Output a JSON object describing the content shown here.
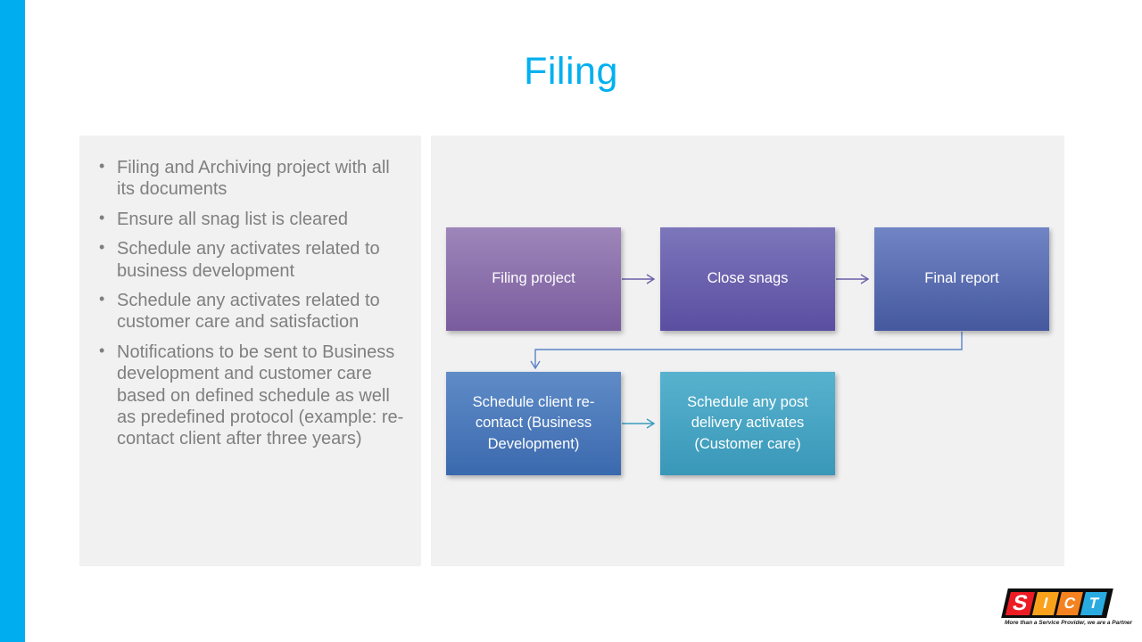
{
  "slide": {
    "title": "Filing"
  },
  "theme": {
    "accent_bar_color": "#00AEEF",
    "title_color": "#00B0F0",
    "panel_bg": "#F1F1F2",
    "bullet_text_color": "#7F7F7F"
  },
  "bullets": {
    "items": [
      "Filing and Archiving project with all its documents",
      "Ensure all snag list is cleared",
      "Schedule any activates related to business development",
      "Schedule any activates related to customer care and satisfaction",
      "Notifications to be sent to Business development and customer care based on defined schedule as well as predefined protocol (example: re-contact client after three years)"
    ]
  },
  "flowchart": {
    "nodes": [
      {
        "label": "Filing project",
        "top": "#9D86B9",
        "bottom": "#7A5C9E"
      },
      {
        "label": "Close snags",
        "top": "#7C76BB",
        "bottom": "#5A4EA1"
      },
      {
        "label": "Final report",
        "top": "#7185C5",
        "bottom": "#45589E"
      },
      {
        "label": "Schedule client re-contact (Business Development)",
        "top": "#5F8CC7",
        "bottom": "#3B69AE"
      },
      {
        "label": "Schedule any post delivery activates (Customer care)",
        "top": "#57B2CE",
        "bottom": "#3997B8"
      }
    ],
    "connectors": {
      "purple": "#6B5EA8",
      "blue": "#5B83C5",
      "teal": "#3A9BBD"
    }
  },
  "logo": {
    "letters": [
      {
        "char": "S",
        "bg": "#ED1C24"
      },
      {
        "char": "I",
        "bg": "#F9A11B"
      },
      {
        "char": "C",
        "bg": "#F58220"
      },
      {
        "char": "T",
        "bg": "#29ABE2"
      }
    ],
    "tagline": "More than a Service Provider, we are a Partner"
  }
}
